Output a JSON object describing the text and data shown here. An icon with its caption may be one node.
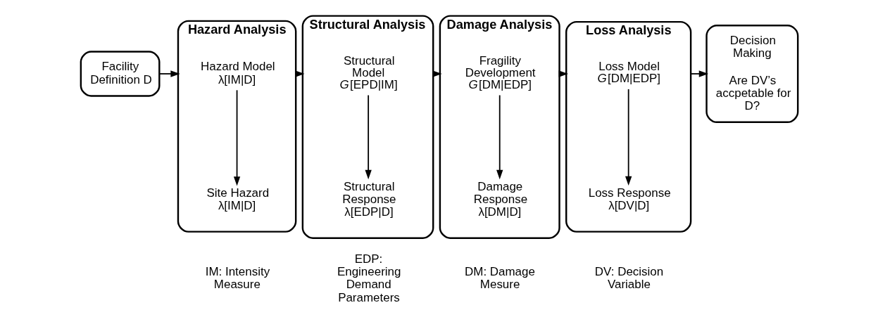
{
  "diagram": {
    "nodes": [
      {
        "text": [
          "Facility Definition D"
        ]
      },
      {
        "text": [
          "Hazard Analysis"
        ],
        "beside": [
          "IM: Intensity Measure"
        ]
      },
      {
        "text": [
          "Hazard Model λ[IM|D]"
        ],
        "in": 1
      },
      {
        "text": [
          "Site Hazard λ[IM|D]"
        ],
        "in": 1
      },
      {
        "text": [
          "Structural Analysis"
        ],
        "beside": [
          "EDP: Engineering Demand Parameters"
        ]
      },
      {
        "text": [
          "Structural Model *G*[EPD|IM]"
        ],
        "in": 4
      },
      {
        "text": [
          "Structural Response λ[EDP|D]"
        ],
        "in": 4
      },
      {
        "text": [
          "Damage Analysis"
        ],
        "beside": [
          "DM: Damage Mesure"
        ]
      },
      {
        "text": [
          "Fragility Development *G*[DM|EDP]"
        ],
        "in": 7
      },
      {
        "text": [
          "Damage Response λ[DM|D]"
        ],
        "in": 7
      },
      {
        "text": [
          "Loss Analysis"
        ],
        "beside": [
          "DV: Decision Variable"
        ]
      },
      {
        "text": [
          "Loss Model *G*[DM|EDP]"
        ],
        "in": 10
      },
      {
        "text": [
          "Loss Response λ[DV|D]"
        ],
        "in": 10
      },
      {
        "text": [
          "Decision Making",
          "Are DV’s accpetable for D?"
        ]
      }
    ],
    "edges": [
      {
        "from": 0,
        "to": 1,
        "arrow": "to"
      },
      {
        "from": 2,
        "to": 3,
        "arrow": "to"
      },
      {
        "from": 1,
        "to": 4,
        "arrow": "to"
      },
      {
        "from": 5,
        "to": 6,
        "arrow": "to"
      },
      {
        "from": 4,
        "to": 7,
        "arrow": "to"
      },
      {
        "from": 8,
        "to": 9,
        "arrow": "to"
      },
      {
        "from": 7,
        "to": 10,
        "arrow": "to"
      },
      {
        "from": 11,
        "to": 12,
        "arrow": "to"
      },
      {
        "from": 10,
        "to": 13,
        "arrow": "to"
      }
    ]
  }
}
